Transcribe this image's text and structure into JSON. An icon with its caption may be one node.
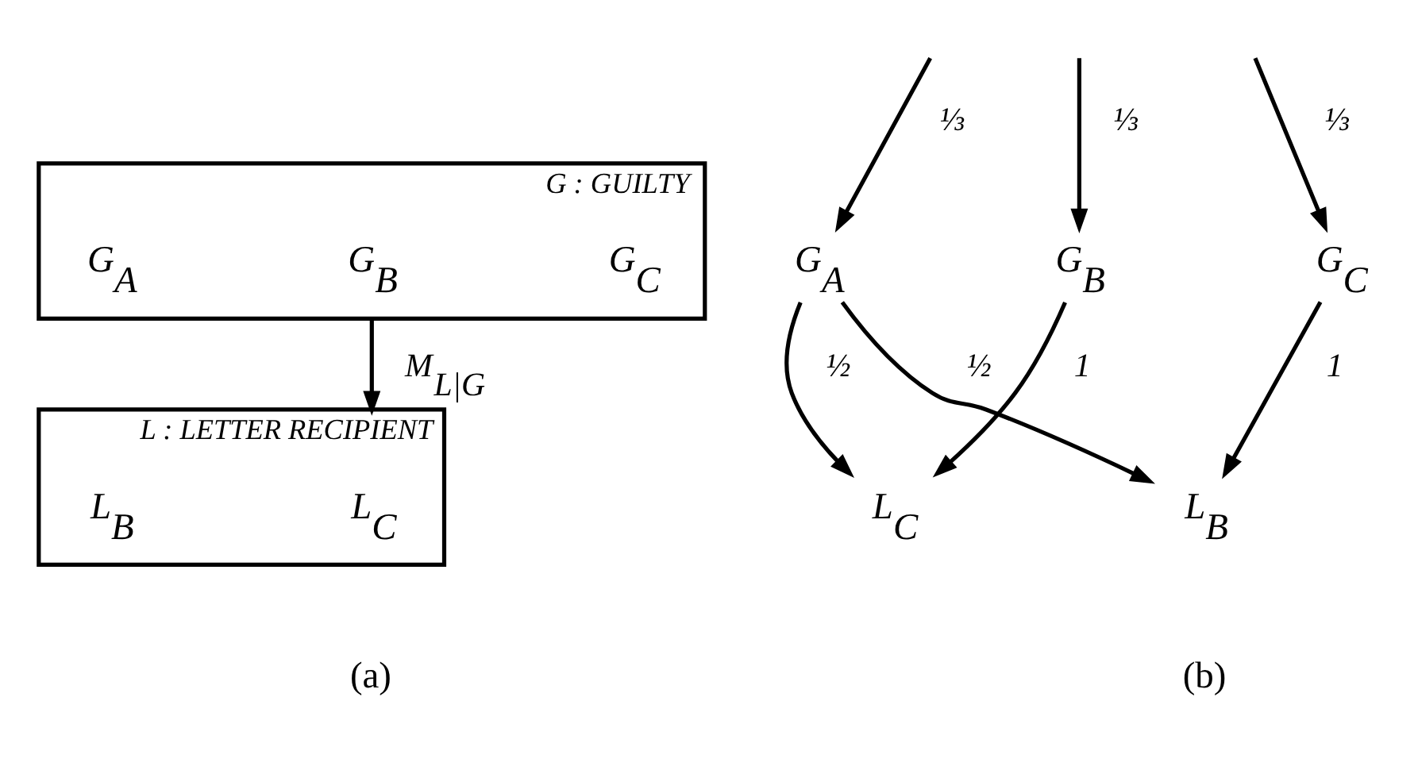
{
  "diagram": {
    "nodes": [
      {
        "text": [
          "G : GUILTY"
        ]
      },
      {
        "text": [
          "G$_{A}$"
        ],
        "in": 0
      },
      {
        "text": [
          "G$_{B}$"
        ],
        "in": 0
      },
      {
        "text": [
          "G$_{C}$"
        ],
        "in": 0
      },
      {
        "text": [
          "L : LETTER RECIPIENT"
        ]
      },
      {
        "text": [
          "L$_{B}$"
        ],
        "in": 4
      },
      {
        "text": [
          "L$_{C}$"
        ],
        "in": 4
      },
      {
        "text": [
          "G$_{A}$"
        ]
      },
      {
        "text": [
          "G$_{B}$"
        ]
      },
      {
        "text": [
          "G$_{C}$"
        ]
      },
      {
        "text": [
          "L$_{B}$"
        ]
      },
      {
        "text": [
          "L$_{C}$"
        ]
      }
    ],
    "edges": [
      {
        "from": 0,
        "to": 4,
        "arrow": "to",
        "label": "M$_{L|G}$"
      },
      {
        "from": null,
        "to": 7,
        "arrow": "to",
        "label": "⅓"
      },
      {
        "from": null,
        "to": 8,
        "arrow": "to",
        "label": "⅓"
      },
      {
        "from": null,
        "to": 9,
        "arrow": "to",
        "label": "⅓"
      },
      {
        "from": 7,
        "to": 10,
        "arrow": "to",
        "label": "½"
      },
      {
        "from": 7,
        "to": 11,
        "arrow": "to",
        "label": "½"
      },
      {
        "from": 8,
        "to": 11,
        "arrow": "to",
        "label": "1"
      },
      {
        "from": 9,
        "to": 10,
        "arrow": "to",
        "label": "1"
      }
    ],
    "labels": [
      "(a)",
      "(b)"
    ]
  }
}
